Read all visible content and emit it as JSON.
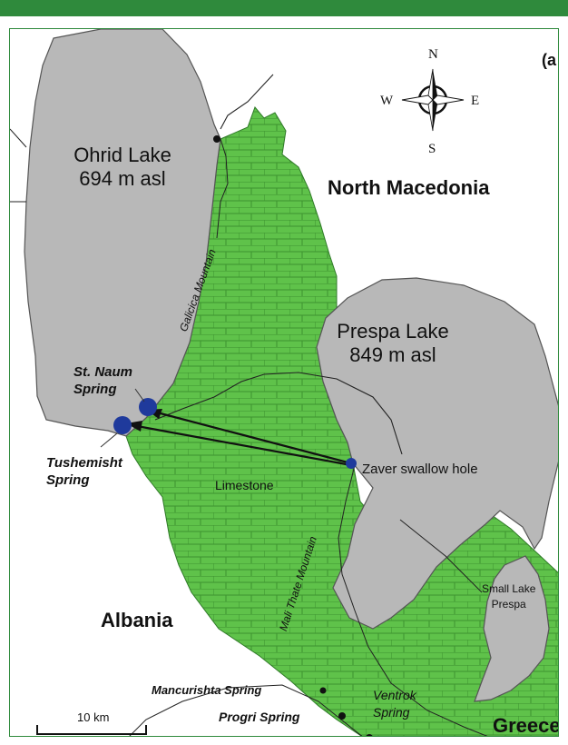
{
  "panel_label": "(a",
  "compass": {
    "n": "N",
    "s": "S",
    "e": "E",
    "w": "W"
  },
  "lakes": {
    "ohrid": {
      "name": "Ohrid Lake",
      "elevation": "694 m asl"
    },
    "prespa": {
      "name": "Prespa Lake",
      "elevation": "849 m asl"
    },
    "small_prespa": {
      "line1": "Small Lake",
      "line2": "Prespa"
    }
  },
  "countries": {
    "north_macedonia": "North Macedonia",
    "albania": "Albania",
    "greece": "Greece"
  },
  "mountains": {
    "galicica": "Galicica Mountain",
    "mali_thate": "Mali Thate Mountain"
  },
  "geology": {
    "limestone": "Limestone"
  },
  "features": {
    "st_naum": {
      "line1": "St. Naum",
      "line2": "Spring"
    },
    "tushemisht": {
      "line1": "Tushemisht",
      "line2": "Spring"
    },
    "zaver": "Zaver swallow hole",
    "mancurishta": "Mancurishta Spring",
    "progri": "Progri Spring",
    "ventrok": {
      "line1": "Ventrok",
      "line2": "Spring"
    }
  },
  "scale_bar": {
    "label": "10 km"
  },
  "colors": {
    "limestone": "#5fc24a",
    "lake": "#b8b8b8",
    "spring_marker": "#1f3a9c",
    "header_bar": "#2f8a3c"
  }
}
